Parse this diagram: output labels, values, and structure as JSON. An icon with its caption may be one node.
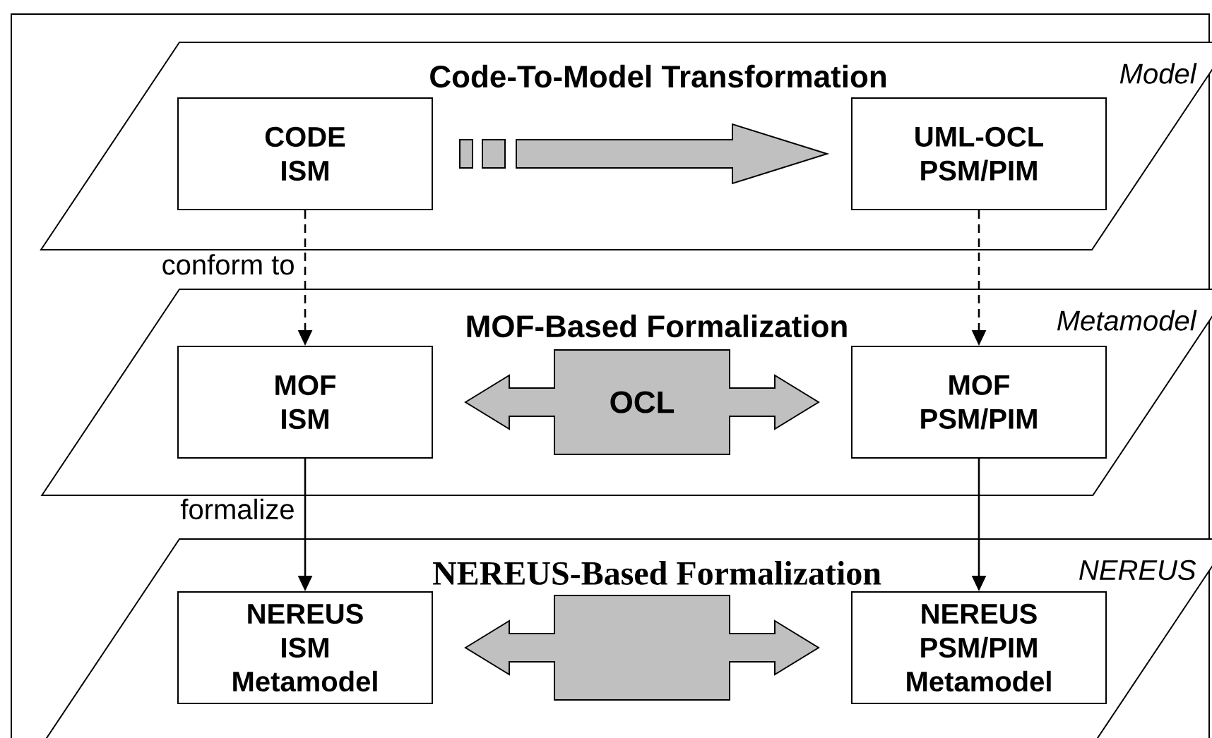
{
  "diagram": {
    "nodes": [
      {
        "text": [
          "Code-To-Model Transformation",
          "Model"
        ]
      },
      {
        "text": [
          "CODE ISM"
        ],
        "in": 0
      },
      {
        "text": [
          "UML-OCL PSM/PIM"
        ],
        "in": 0
      },
      {
        "text": [
          "MOF-Based Formalization",
          "Metamodel"
        ]
      },
      {
        "text": [
          "MOF ISM"
        ],
        "in": 3
      },
      {
        "text": [
          "MOF PSM/PIM"
        ],
        "in": 3
      },
      {
        "text": [
          "NEREUS-Based Formalization",
          "NEREUS"
        ]
      },
      {
        "text": [
          "NEREUS ISM Metamodel"
        ],
        "in": 6
      },
      {
        "text": [
          "NEREUS PSM/PIM Metamodel"
        ],
        "in": 6
      }
    ],
    "edges": [
      {
        "from": 1,
        "to": 2,
        "arrow": "to",
        "style": "thick",
        "color": "#c0c0c0"
      },
      {
        "from": 1,
        "to": 4,
        "arrow": "to",
        "style": "dashed",
        "label": "conform to"
      },
      {
        "from": 2,
        "to": 5,
        "arrow": "to",
        "style": "dashed"
      },
      {
        "from": 4,
        "to": 5,
        "arrow": "both",
        "style": "thick",
        "color": "#c0c0c0",
        "label": "OCL"
      },
      {
        "from": 4,
        "to": 7,
        "arrow": "to",
        "label": "formalize"
      },
      {
        "from": 5,
        "to": 8,
        "arrow": "to"
      },
      {
        "from": 7,
        "to": 8,
        "arrow": "both",
        "style": "thick",
        "color": "#c0c0c0"
      }
    ]
  }
}
